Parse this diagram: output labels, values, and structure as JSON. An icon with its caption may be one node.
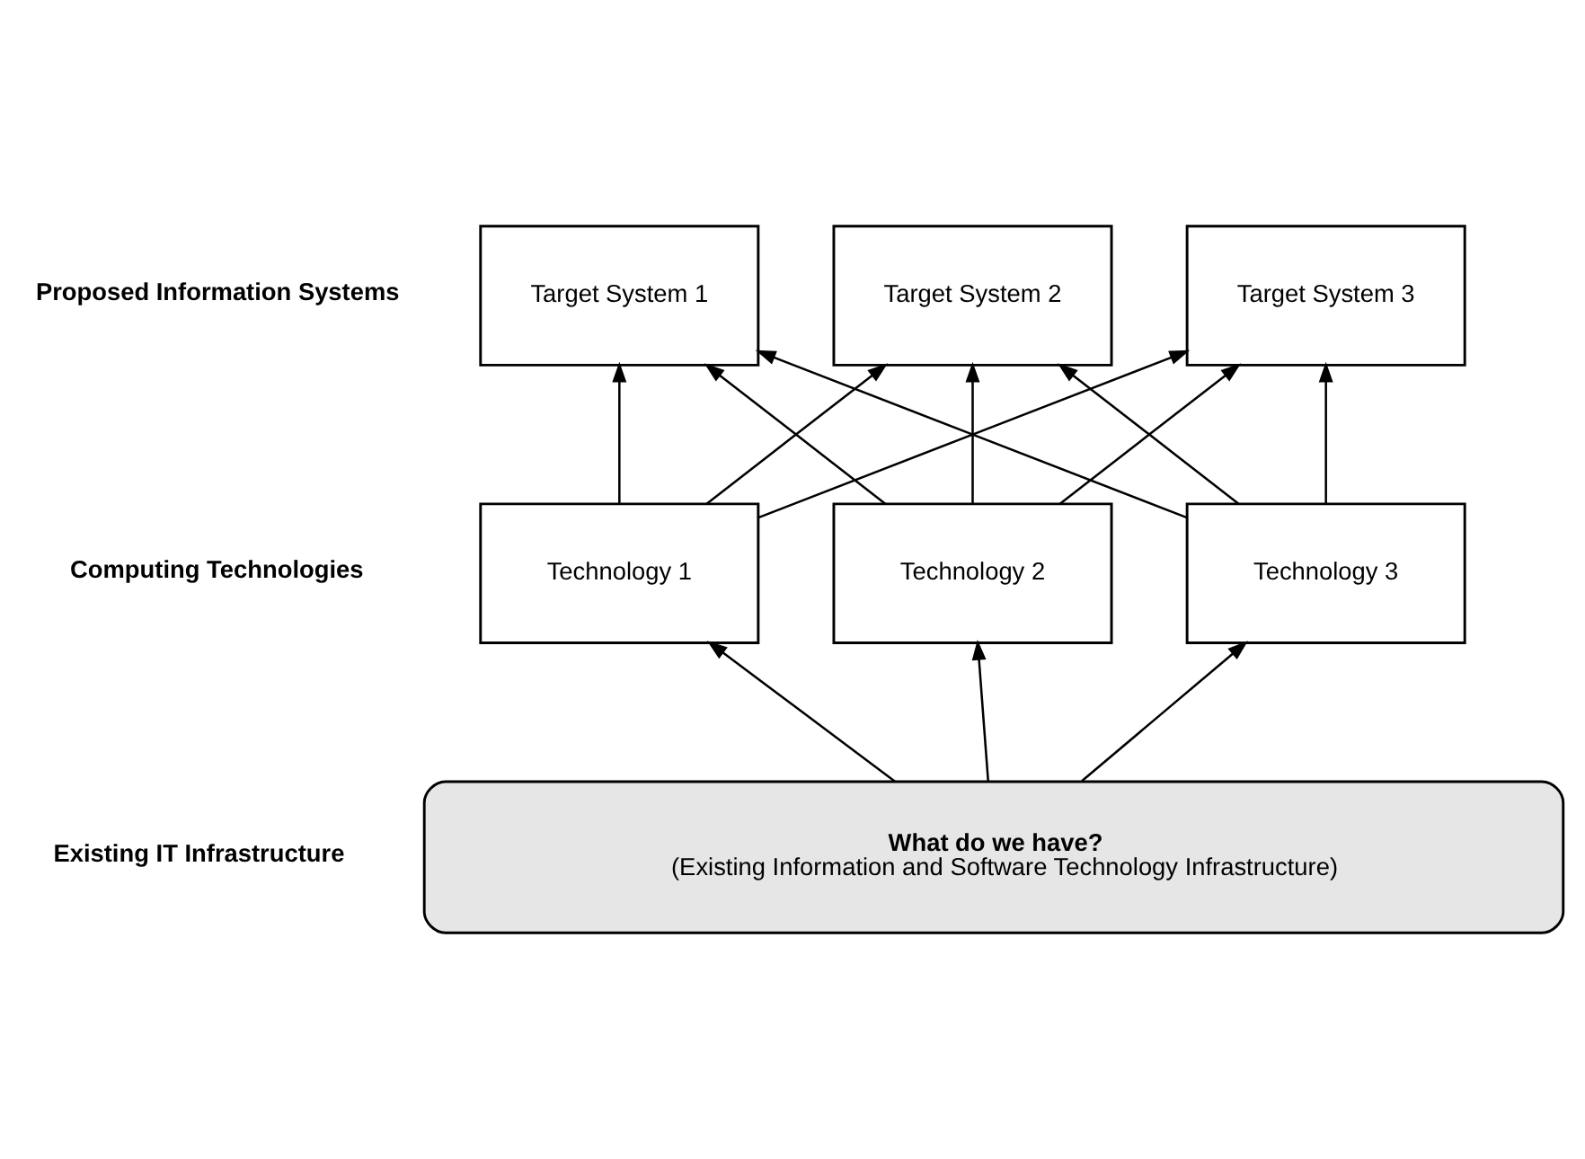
{
  "diagram": {
    "nodes": [
      {
        "text": [
          "Target System 1"
        ]
      },
      {
        "text": [
          "Target System 2"
        ]
      },
      {
        "text": [
          "Target System 3"
        ]
      },
      {
        "text": [
          "Technology 1"
        ]
      },
      {
        "text": [
          "Technology 2"
        ]
      },
      {
        "text": [
          "Technology 3"
        ]
      },
      {
        "text": [
          "What do we have?",
          "(Existing Information and Software Technology Infrastructure)"
        ]
      }
    ],
    "edges": [
      {
        "from": 3,
        "to": 0,
        "arrow": "to"
      },
      {
        "from": 3,
        "to": 1,
        "arrow": "to"
      },
      {
        "from": 3,
        "to": 2,
        "arrow": "to"
      },
      {
        "from": 4,
        "to": 0,
        "arrow": "to"
      },
      {
        "from": 4,
        "to": 1,
        "arrow": "to"
      },
      {
        "from": 4,
        "to": 2,
        "arrow": "to"
      },
      {
        "from": 5,
        "to": 0,
        "arrow": "to"
      },
      {
        "from": 5,
        "to": 1,
        "arrow": "to"
      },
      {
        "from": 5,
        "to": 2,
        "arrow": "to"
      },
      {
        "from": 6,
        "to": 3,
        "arrow": "to"
      },
      {
        "from": 6,
        "to": 4,
        "arrow": "to"
      },
      {
        "from": 6,
        "to": 5,
        "arrow": "to"
      }
    ],
    "labels": [
      "Proposed Information Systems",
      "Computing Technologies",
      "Existing IT Infrastructure"
    ]
  }
}
